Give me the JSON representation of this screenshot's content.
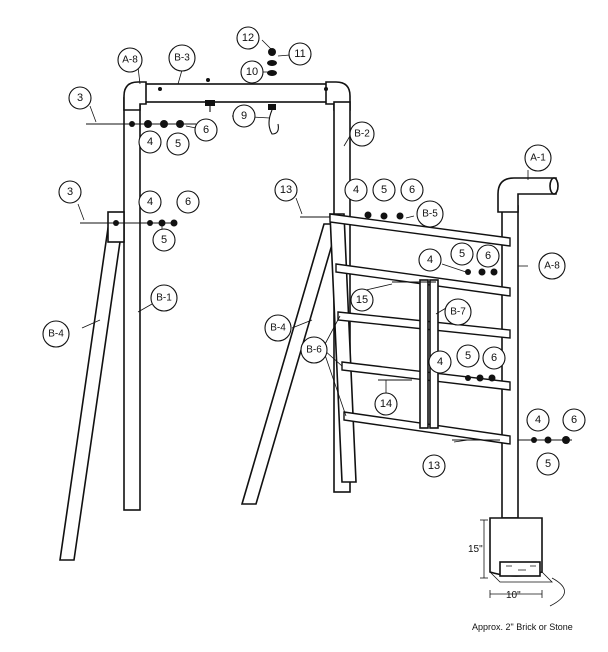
{
  "callouts": {
    "a8_top": "A-8",
    "b3": "B-3",
    "p12": "12",
    "p11": "11",
    "p10": "10",
    "p3_top": "3",
    "p4_top": "4",
    "p5_top": "5",
    "p6_top": "6",
    "p9": "9",
    "b2": "B-2",
    "a1": "A-1",
    "p3_mid": "3",
    "p4_mid": "4",
    "p6_mid": "6",
    "p5_mid": "5",
    "p13_top": "13",
    "p4_r1": "4",
    "p5_r1": "5",
    "p6_r1": "6",
    "b5": "B-5",
    "p4_r2": "4",
    "p5_r2": "5",
    "p6_r2": "6",
    "a8_right": "A-8",
    "b4_left": "B-4",
    "b1": "B-1",
    "p15": "15",
    "b7": "B-7",
    "b4_right": "B-4",
    "b6": "B-6",
    "p4_r3": "4",
    "p5_r3": "5",
    "p6_r3": "6",
    "p14": "14",
    "p4_base": "4",
    "p6_base": "6",
    "p5_base": "5",
    "p13_bottom": "13"
  },
  "dimensions": {
    "depth": "15\"",
    "width": "10\""
  },
  "note": "Approx. 2\" Brick or Stone"
}
